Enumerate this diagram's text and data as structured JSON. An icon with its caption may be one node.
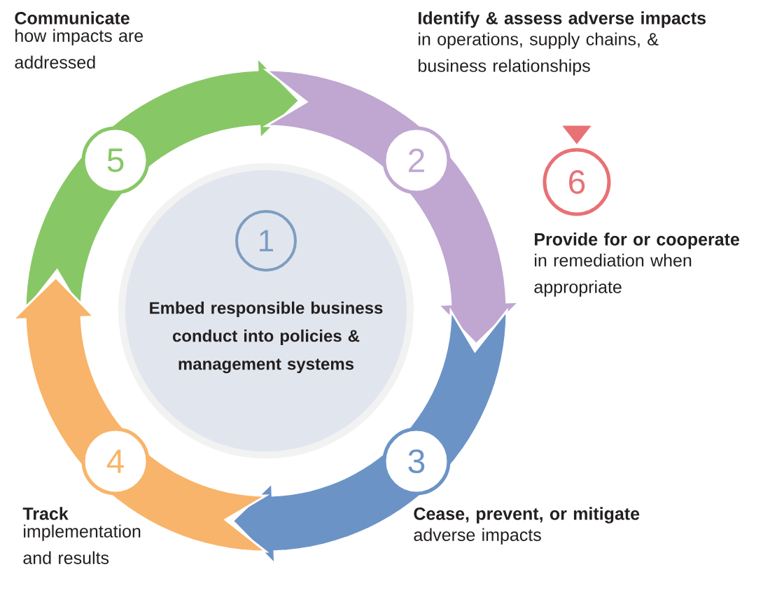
{
  "diagram": {
    "nodes": [
      {
        "text": [
          "1",
          "Embed responsible business conduct into policies & management systems"
        ]
      },
      {
        "text": [
          "2"
        ],
        "beside": [
          "Identify & assess adverse impacts",
          "in operations, supply chains, & business relationships"
        ]
      },
      {
        "text": [
          "3"
        ],
        "beside": [
          "Cease, prevent, or mitigate",
          "adverse impacts"
        ]
      },
      {
        "text": [
          "4"
        ],
        "beside": [
          "Track",
          "implementation and results"
        ]
      },
      {
        "text": [
          "5"
        ],
        "beside": [
          "Communicate",
          "how impacts are addressed"
        ]
      },
      {
        "text": [
          "6"
        ],
        "beside": [
          "Provide for or cooperate",
          "in remediation when appropriate"
        ]
      }
    ],
    "edges": [
      {
        "from": 4,
        "to": 1,
        "arrow": "to",
        "color": "#88c766"
      },
      {
        "from": 1,
        "to": 2,
        "arrow": "to",
        "color": "#bfa7d1"
      },
      {
        "from": 2,
        "to": 3,
        "arrow": "to",
        "color": "#6b93c6"
      },
      {
        "from": 3,
        "to": 4,
        "arrow": "to",
        "color": "#f8b46a"
      },
      {
        "from": null,
        "to": 5,
        "arrow": "to",
        "color": "#e87175"
      }
    ]
  }
}
